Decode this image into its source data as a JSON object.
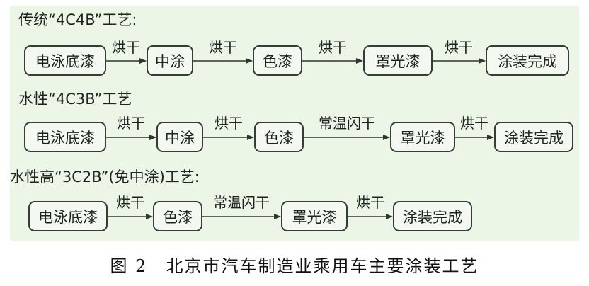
{
  "rows": [
    {
      "title": "传统“4C4B”工艺:",
      "steps": [
        "电泳底漆",
        "中涂",
        "色漆",
        "罩光漆",
        "涂装完成"
      ],
      "transitions": [
        "烘干",
        "烘干",
        "烘干",
        "烘干"
      ]
    },
    {
      "title": "水性“4C3B”工艺",
      "steps": [
        "电泳底漆",
        "中涂",
        "色漆",
        "罩光漆",
        "涂装完成"
      ],
      "transitions": [
        "烘干",
        "烘干",
        "常温闪干",
        "烘干"
      ]
    },
    {
      "title": "水性高“3C2B”(免中涂)工艺:",
      "steps": [
        "电泳底漆",
        "色漆",
        "罩光漆",
        "涂装完成"
      ],
      "transitions": [
        "烘干",
        "常温闪干",
        "烘干"
      ]
    }
  ],
  "caption": {
    "number": "图 2",
    "text": "北京市汽车制造业乘用车主要涂装工艺"
  }
}
